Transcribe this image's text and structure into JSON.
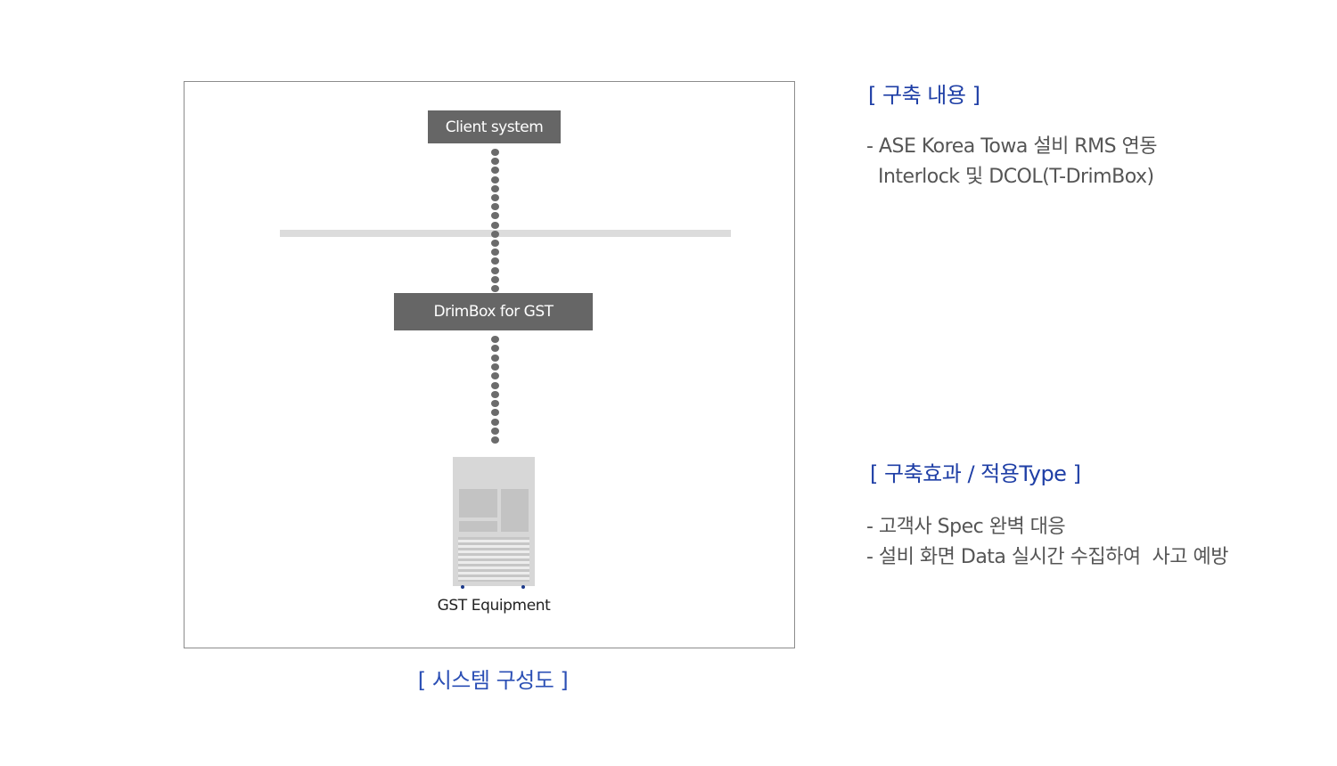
{
  "diagram": {
    "client_label": "Client system",
    "drimbox_label": "DrimBox for  GST",
    "equipment_label": "GST Equipment",
    "caption": "[ 시스템 구성도 ]"
  },
  "content_section": {
    "title": "[ 구축 내용 ]",
    "lines": [
      "- ASE Korea Towa 설비 RMS 연동",
      "  Interlock 및 DCOL(T-DrimBox)"
    ]
  },
  "effect_section": {
    "title": "[ 구축효과 / 적용Type ]",
    "lines": [
      "- 고객사 Spec 완벽 대응",
      "- 설비 화면 Data 실시간 수집하여  사고 예방"
    ]
  },
  "colors": {
    "node_fill": "#666666",
    "title_blue": "#1f3fa6",
    "caption_blue": "#2b4fb5",
    "text_gray": "#555555"
  }
}
